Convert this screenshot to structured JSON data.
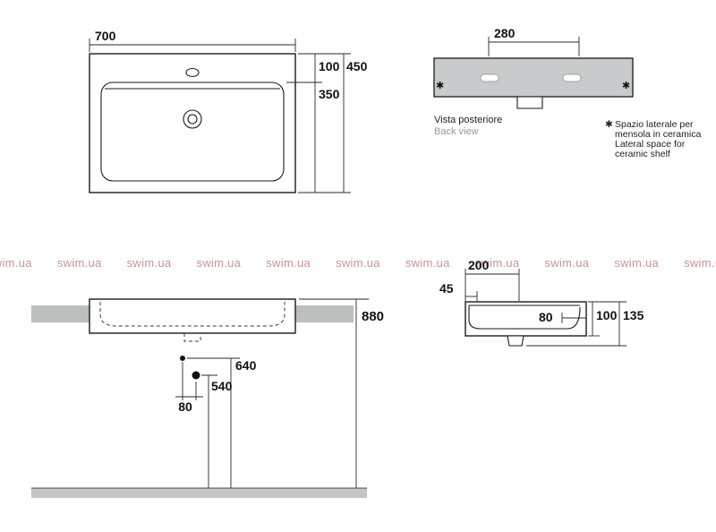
{
  "watermark": {
    "text": "swim.ua"
  },
  "top_view": {
    "dim_width": "700",
    "dim_back_to_basin": "100",
    "dim_total_depth": "450",
    "dim_basin_depth": "350"
  },
  "back_view": {
    "dim_holes_spacing": "280",
    "caption_it": "Vista posteriore",
    "caption_en": "Back view",
    "note_symbol": "✱",
    "note_it_1": "Spazio laterale per",
    "note_it_2": "mensola in ceramica",
    "note_en_1": "Lateral space for",
    "note_en_2": "ceramic shelf"
  },
  "front_view": {
    "dim_rim_height": "880",
    "dim_upper_hole_height": "640",
    "dim_lower_hole_height": "540",
    "dim_holes_offset": "80"
  },
  "side_view": {
    "dim_wall_to_drain": "200",
    "dim_back_offset": "45",
    "dim_front_depth": "80",
    "dim_body_height": "100",
    "dim_total_height": "135"
  },
  "colors": {
    "line": "#1a1a1a",
    "gray_fill": "#c9cacb",
    "watermark": "#c1898b"
  }
}
